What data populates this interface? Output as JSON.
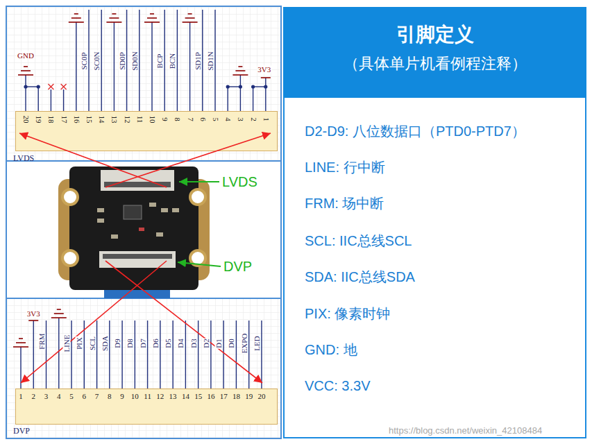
{
  "diagram": {
    "nodes": [
      {
        "text": [
          "LVDS"
        ]
      },
      {
        "text": [
          "DVP"
        ]
      },
      {
        "text": [
          "D2-D9: 八位数据口（PTD0-PTD7）",
          "LINE: 行中断",
          "FRM: 场中断",
          "SCL: IIC总线SCL",
          "SDA: IIC总线SDA",
          "PIX: 像素时钟",
          "GND: 地",
          "VCC: 3.3V"
        ]
      },
      {
        "text": [
          "引脚定义",
          "（具体单片机看例程注释）"
        ],
        "in": 2
      }
    ],
    "labels": [
      "GND",
      "SC0P",
      "SC0N",
      "SD0P",
      "SD0N",
      "BCP",
      "BCN",
      "SD1P",
      "SD1N",
      "3V3",
      "20",
      "19",
      "18",
      "17",
      "16",
      "15",
      "14",
      "13",
      "12",
      "11",
      "10",
      "9",
      "8",
      "7",
      "6",
      "5",
      "4",
      "3",
      "2",
      "1",
      "LVDS",
      "DVP",
      "3V3",
      "FRM",
      "LINE",
      "PIX",
      "SCL",
      "SDA",
      "D9",
      "D8",
      "D7",
      "D6",
      "D5",
      "D4",
      "D3",
      "D2",
      "D1",
      "D0",
      "EXPO",
      "LED",
      "1",
      "2",
      "3",
      "4",
      "5",
      "6",
      "7",
      "8",
      "9",
      "10",
      "11",
      "12",
      "13",
      "14",
      "15",
      "16",
      "17",
      "18",
      "19",
      "20",
      "https://blog.csdn.net/weixin_42108484"
    ]
  }
}
